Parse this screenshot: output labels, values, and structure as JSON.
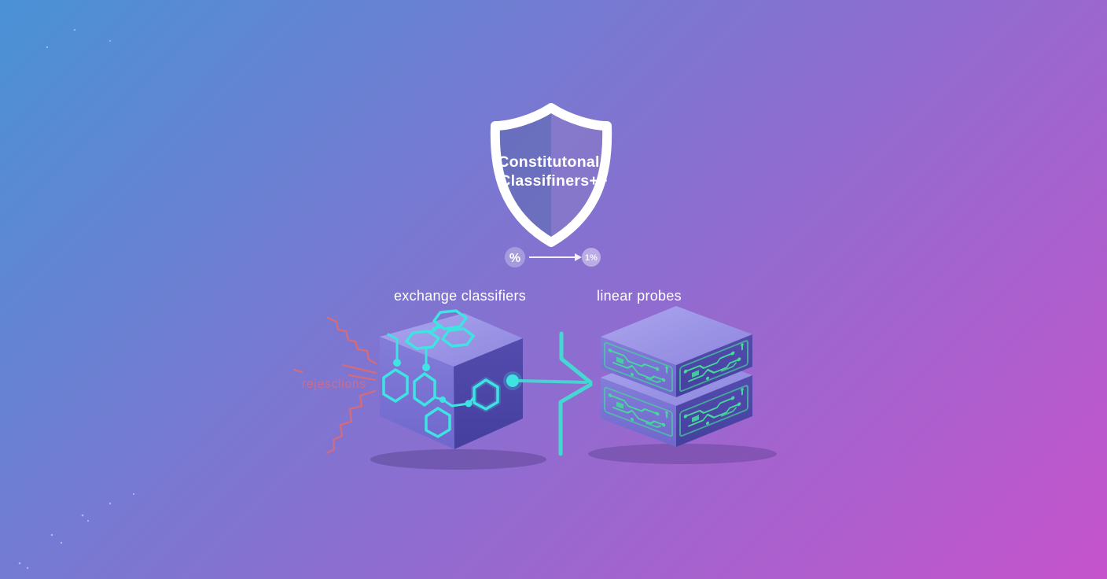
{
  "shield": {
    "title_line1": "Constitutonal",
    "title_line2": "Classifiners++"
  },
  "conversion": {
    "from_label": "%",
    "to_label": "1%"
  },
  "cube": {
    "label": "exchange classifiers"
  },
  "servers": {
    "label": "linear probes"
  },
  "rejections": {
    "label": "rejesclions"
  },
  "colors": {
    "bg1": "#4a92d5",
    "bg2": "#8a6fd0",
    "bg3": "#c653cc",
    "teal": "#3fe3e2",
    "arrowTeal": "#45d8d2",
    "green": "#45d79c",
    "coral": "#e06b6f",
    "coralText": "#d96b80",
    "cubeTop": "#9d97e4",
    "cubeLeft": "#7b74d2",
    "cubeRight": "#4c46a8",
    "slabLeft": "#756ed2",
    "slabRight": "#4b45a6"
  }
}
